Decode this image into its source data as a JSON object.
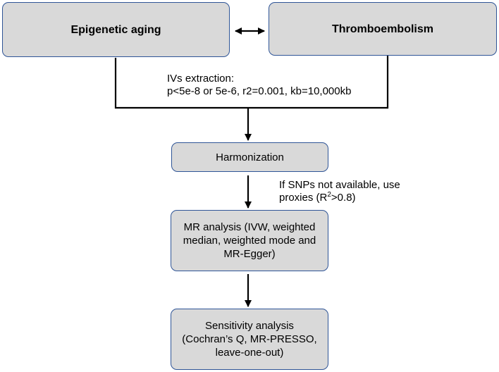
{
  "nodes": {
    "epigenetic": "Epigenetic aging",
    "thrombo": "Thromboembolism",
    "harmonization": "Harmonization",
    "mr_analysis": "MR analysis (IVW, weighted median, weighted mode and MR-Egger)",
    "sensitivity": "Sensitivity analysis (Cochran’s Q, MR-PRESSO, leave-one-out)"
  },
  "notes": {
    "ivs_title": "IVs extraction:",
    "ivs_params": "p<5e-8 or 5e-6, r2=0.001, kb=10,000kb",
    "proxies_line1": "If SNPs not available, use",
    "proxies_line2_prefix": "proxies (R",
    "proxies_sup": "2",
    "proxies_line2_suffix": ">0.8)"
  }
}
